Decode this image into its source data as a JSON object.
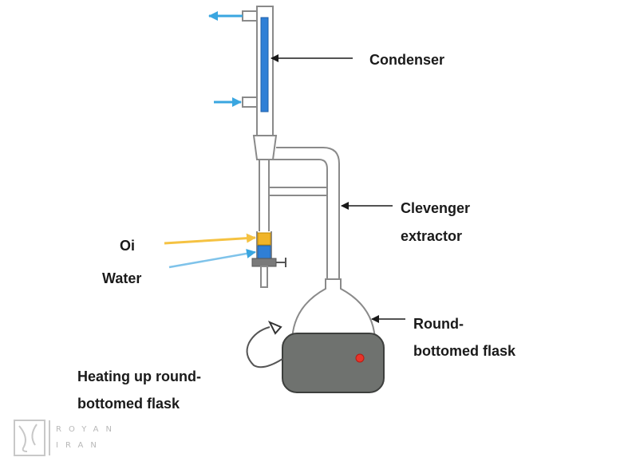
{
  "labels": {
    "condenser": "Condenser",
    "clevenger_line1": "Clevenger",
    "clevenger_line2": "extractor",
    "oil": "Oi",
    "water": "Water",
    "flask_line1": "Round-",
    "flask_line2": "bottomed flask",
    "heating_line1": "Heating up round-",
    "heating_line2": "bottomed flask"
  },
  "logo": {
    "line1": "ROYAN",
    "line2": "IRAN"
  },
  "colors": {
    "water_arrow": "#3aa6e0",
    "water_fill": "#2f7fd6",
    "oil_arrow": "#f5c242",
    "oil_fill": "#f0b429",
    "heater": "#6f726f",
    "indicator": "#e8342a",
    "glass": "#8a8a8a"
  }
}
